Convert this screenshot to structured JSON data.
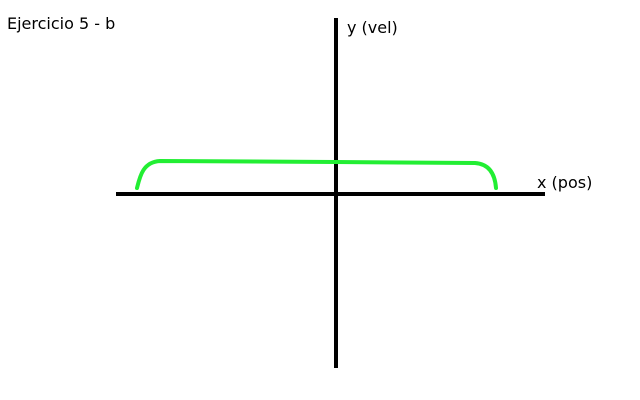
{
  "title": "Ejercicio 5 - b",
  "axes": {
    "y_label": "y (vel)",
    "x_label": "x (pos)",
    "axis_color": "#000000"
  },
  "curve": {
    "color": "#22ee33"
  }
}
